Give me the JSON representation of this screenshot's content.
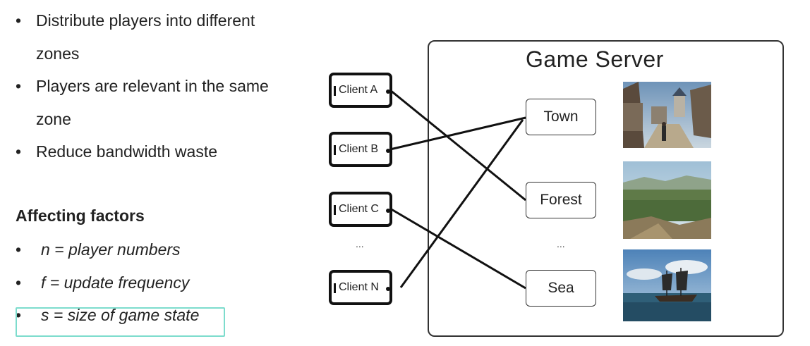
{
  "bullets": [
    {
      "line1": "Distribute players into different",
      "line2": "zones"
    },
    {
      "line1": "Players are relevant in the same",
      "line2": "zone"
    },
    {
      "line1": "Reduce bandwidth waste"
    }
  ],
  "bullet_glyph": "•",
  "factors_heading": "Affecting factors",
  "factors": [
    "n = player numbers",
    "f = update frequency",
    "s = size of game state"
  ],
  "diagram": {
    "server_title": "Game Server",
    "clients": [
      "Client A",
      "Client B",
      "Client C",
      "Client N"
    ],
    "client_ellipsis": "...",
    "zones": [
      "Town",
      "Forest",
      "Sea"
    ],
    "zone_ellipsis": "...",
    "connections": [
      {
        "client": "Client A",
        "zone": "Forest"
      },
      {
        "client": "Client B",
        "zone": "Town"
      },
      {
        "client": "Client C",
        "zone": "Sea"
      },
      {
        "client": "Client N",
        "zone": "Town"
      }
    ],
    "thumbnails": [
      "town-scene-image",
      "forest-landscape-image",
      "sea-ship-image"
    ]
  },
  "colors": {
    "highlight": "#7ddccd",
    "text": "#222222",
    "line": "#111111"
  }
}
